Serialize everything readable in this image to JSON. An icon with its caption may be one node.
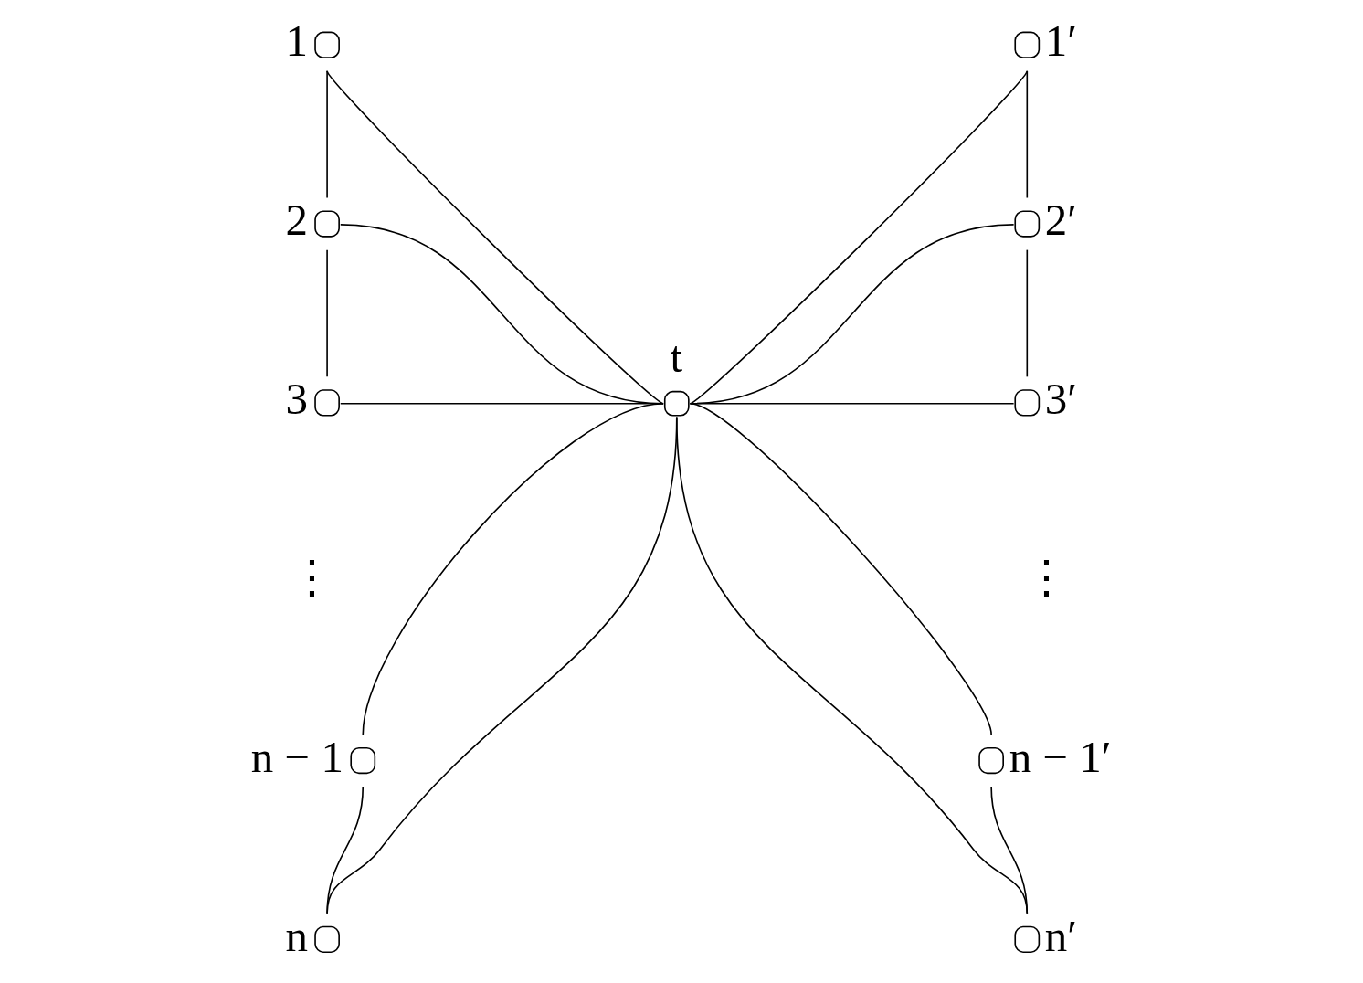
{
  "diagram": {
    "nodes": [
      {
        "text": [
          "1"
        ]
      },
      {
        "text": [
          "2"
        ]
      },
      {
        "text": [
          "3"
        ]
      },
      {
        "text": [
          "n − 1"
        ]
      },
      {
        "text": [
          "n"
        ]
      },
      {
        "text": [
          "t"
        ]
      },
      {
        "text": [
          "1′"
        ]
      },
      {
        "text": [
          "2′"
        ]
      },
      {
        "text": [
          "3′"
        ]
      },
      {
        "text": [
          "n − 1′"
        ]
      },
      {
        "text": [
          "n′"
        ]
      }
    ],
    "edges": [
      {
        "from": 0,
        "to": 1,
        "arrow": "none"
      },
      {
        "from": 1,
        "to": 2,
        "arrow": "none"
      },
      {
        "from": 3,
        "to": 4,
        "arrow": "none"
      },
      {
        "from": 6,
        "to": 7,
        "arrow": "none"
      },
      {
        "from": 7,
        "to": 8,
        "arrow": "none"
      },
      {
        "from": 9,
        "to": 10,
        "arrow": "none"
      },
      {
        "from": 0,
        "to": 5,
        "arrow": "none"
      },
      {
        "from": 1,
        "to": 5,
        "arrow": "none"
      },
      {
        "from": 2,
        "to": 5,
        "arrow": "none"
      },
      {
        "from": 3,
        "to": 5,
        "arrow": "none"
      },
      {
        "from": 4,
        "to": 5,
        "arrow": "none"
      },
      {
        "from": 5,
        "to": 6,
        "arrow": "none"
      },
      {
        "from": 5,
        "to": 7,
        "arrow": "none"
      },
      {
        "from": 5,
        "to": 8,
        "arrow": "none"
      },
      {
        "from": 5,
        "to": 9,
        "arrow": "none"
      },
      {
        "from": 5,
        "to": 10,
        "arrow": "none"
      }
    ],
    "labels": [
      "⋮",
      "⋮"
    ]
  }
}
